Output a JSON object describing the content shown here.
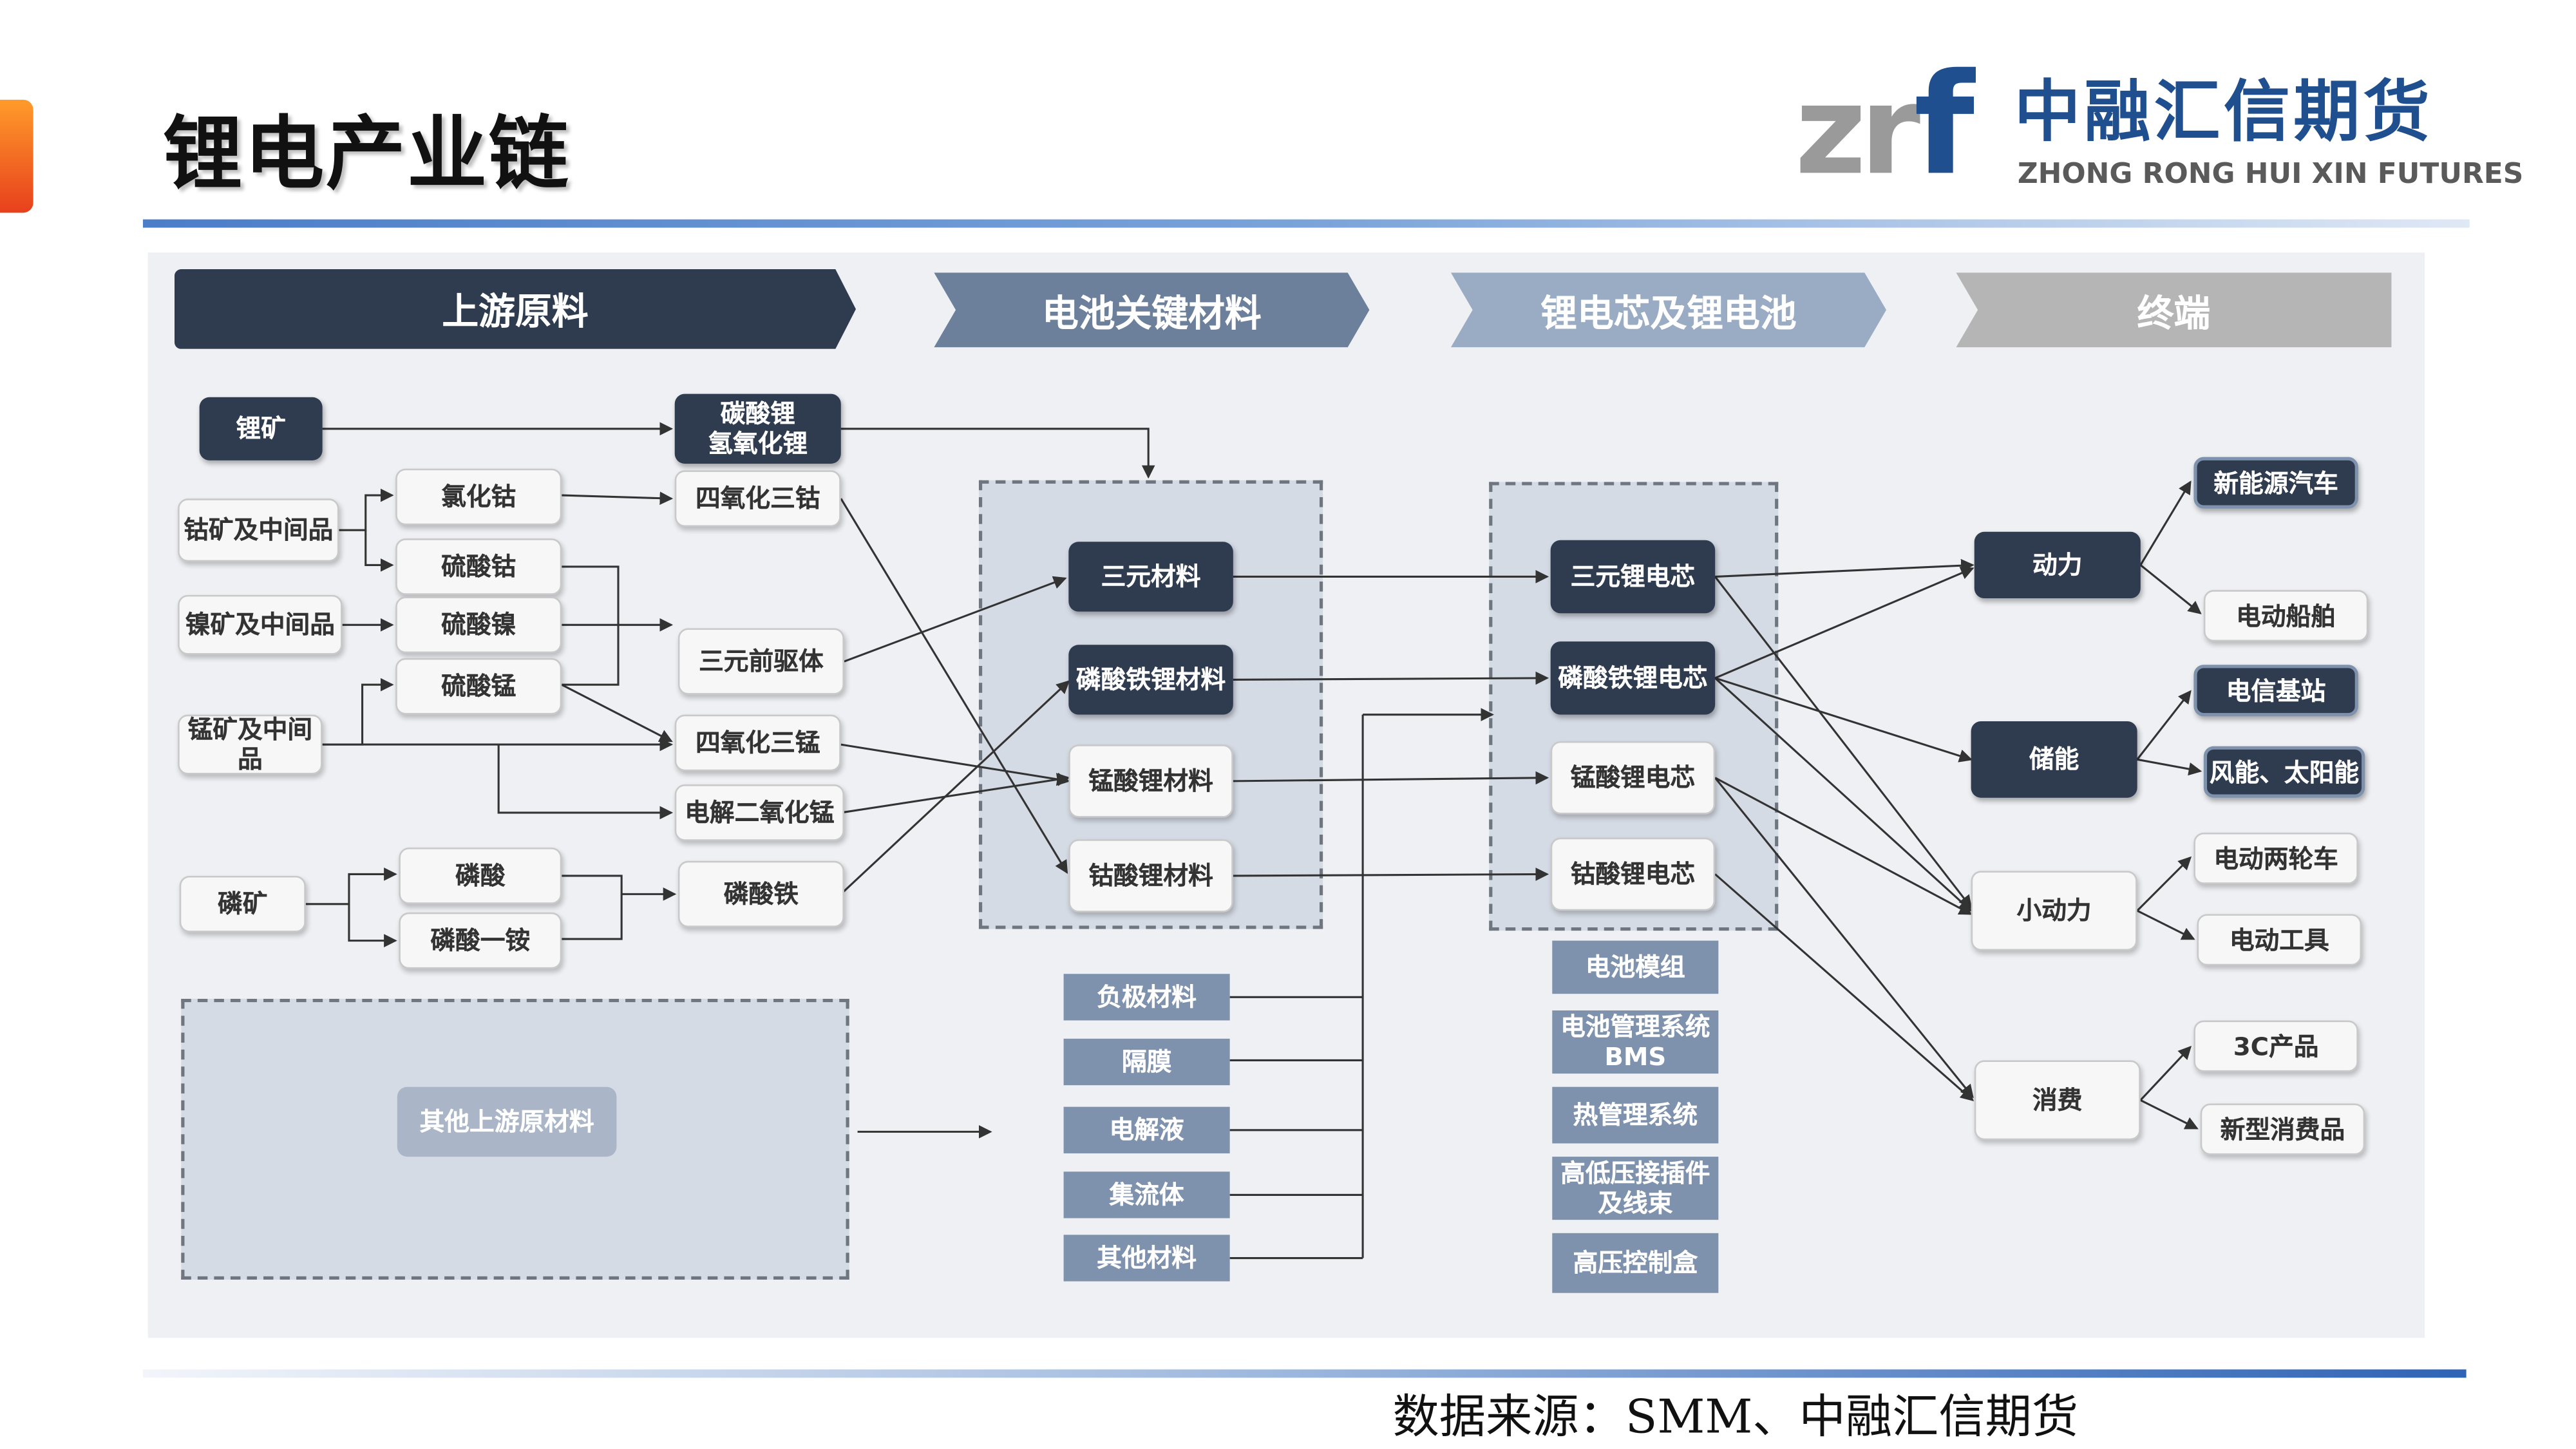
{
  "page": {
    "title": "锂电产业链",
    "source": "数据来源：SMM、中融汇信期货"
  },
  "logo": {
    "mark": "zr",
    "mark_f": "f",
    "name_cn": "中融汇信期货",
    "name_en": "ZHONG RONG HUI XIN FUTURES"
  },
  "stages": [
    "上游原料",
    "电池关键材料",
    "锂电芯及锂电池",
    "终端"
  ],
  "nodes": {
    "lithium_ore": "锂矿",
    "li_carbonate": "碳酸锂\n氢氧化锂",
    "cobalt_ore": "钴矿及中间品",
    "nickel_ore": "镍矿及中间品",
    "manganese_ore": "锰矿及中间品",
    "phosphate_ore": "磷矿",
    "cobalt_chloride": "氯化钴",
    "cobalt_sulfate": "硫酸钴",
    "nickel_sulfate": "硫酸镍",
    "manganese_sulfate": "硫酸锰",
    "phosphoric_acid": "磷酸",
    "map": "磷酸一铵",
    "co3o4": "四氧化三钴",
    "ncm_precursor": "三元前驱体",
    "mn3o4": "四氧化三锰",
    "emd": "电解二氧化锰",
    "iron_phosphate": "磷酸铁",
    "other_upstream": "其他上游原材料",
    "ternary_material": "三元材料",
    "lfp_material": "磷酸铁锂材料",
    "lmo_material": "锰酸锂材料",
    "lco_material": "钴酸锂材料",
    "anode": "负极材料",
    "separator": "隔膜",
    "electrolyte": "电解液",
    "collector": "集流体",
    "other_material": "其他材料",
    "ternary_cell": "三元锂电芯",
    "lfp_cell": "磷酸铁锂电芯",
    "lmo_cell": "锰酸锂电芯",
    "lco_cell": "钴酸锂电芯",
    "battery_module": "电池模组",
    "bms": "电池管理系统\nBMS",
    "thermal": "热管理系统",
    "hv_connector": "高低压接插件\n及线束",
    "hv_box": "高压控制盒",
    "power": "动力",
    "storage": "储能",
    "small_power": "小动力",
    "consumer": "消费",
    "nev": "新能源汽车",
    "e_ship": "电动船舶",
    "telecom": "电信基站",
    "wind_solar": "风能、太阳能",
    "e_two_wheeler": "电动两轮车",
    "e_tools": "电动工具",
    "c3_products": "3C产品",
    "new_consumer": "新型消费品"
  },
  "colors": {
    "dark_node": "#2f3b4e",
    "steel_node": "#7f92ad",
    "panel": "#eef0f4",
    "zone": "#d5dbe5",
    "brand_blue": "#1f4f8f"
  }
}
